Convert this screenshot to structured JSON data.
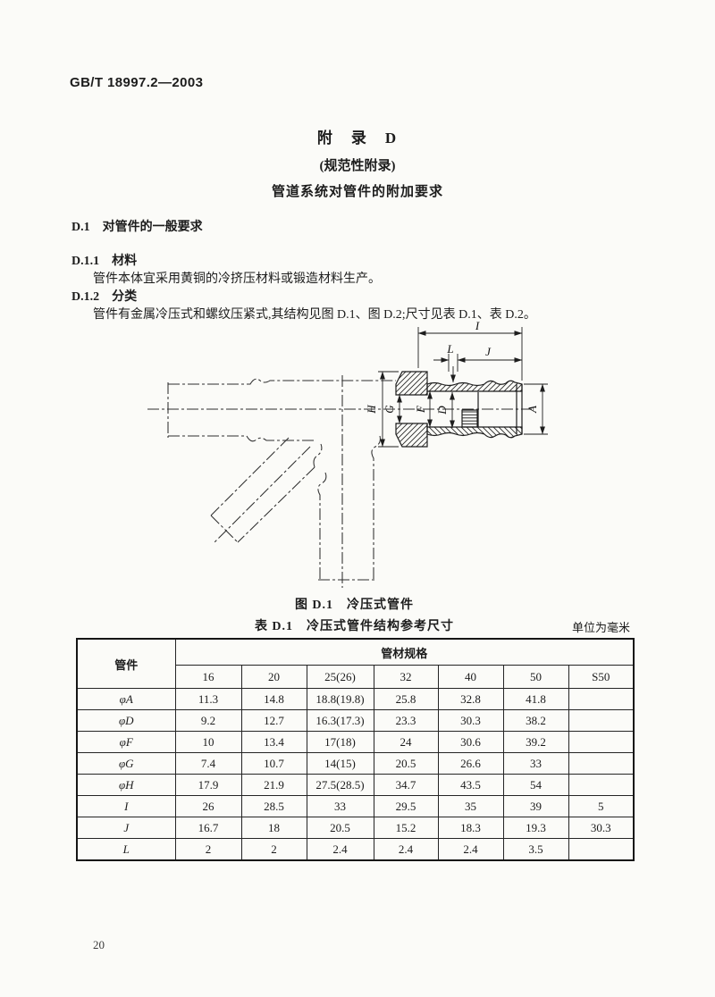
{
  "page": {
    "header": "GB/T 18997.2—2003",
    "page_number": "20"
  },
  "appendix": {
    "title_line1": "附　录　D",
    "title_line2": "(规范性附录)",
    "title_line3": "管道系统对管件的附加要求"
  },
  "sections": {
    "s1": {
      "number": "D.1",
      "title": "对管件的一般要求"
    },
    "s2": {
      "number": "D.1.1",
      "title": "材料"
    },
    "s2_body": "管件本体宜采用黄铜的冷挤压材料或锻造材料生产。",
    "s3": {
      "number": "D.1.2",
      "title": "分类"
    },
    "s3_body": "管件有金属冷压式和螺纹压紧式,其结构见图 D.1、图 D.2;尺寸见表 D.1、表 D.2。"
  },
  "figure": {
    "caption": "图 D.1　冷压式管件",
    "labels": {
      "I": "I",
      "L": "L",
      "J": "J",
      "H": "H",
      "G": "G",
      "F": "F",
      "D": "D",
      "A": "A"
    }
  },
  "table": {
    "caption": "表 D.1　冷压式管件结构参考尺寸",
    "unit_note": "单位为毫米",
    "corner_header": "管件",
    "group_header": "管材规格",
    "columns": [
      "16",
      "20",
      "25(26)",
      "32",
      "40",
      "50",
      "S50"
    ],
    "rows": [
      {
        "label": "φA",
        "values": [
          "11.3",
          "14.8",
          "18.8(19.8)",
          "25.8",
          "32.8",
          "41.8",
          ""
        ]
      },
      {
        "label": "φD",
        "values": [
          "9.2",
          "12.7",
          "16.3(17.3)",
          "23.3",
          "30.3",
          "38.2",
          ""
        ]
      },
      {
        "label": "φF",
        "values": [
          "10",
          "13.4",
          "17(18)",
          "24",
          "30.6",
          "39.2",
          ""
        ]
      },
      {
        "label": "φG",
        "values": [
          "7.4",
          "10.7",
          "14(15)",
          "20.5",
          "26.6",
          "33",
          ""
        ]
      },
      {
        "label": "φH",
        "values": [
          "17.9",
          "21.9",
          "27.5(28.5)",
          "34.7",
          "43.5",
          "54",
          ""
        ]
      },
      {
        "label": "I",
        "values": [
          "26",
          "28.5",
          "33",
          "29.5",
          "35",
          "39",
          "5"
        ]
      },
      {
        "label": "J",
        "values": [
          "16.7",
          "18",
          "20.5",
          "15.2",
          "18.3",
          "19.3",
          "30.3"
        ]
      },
      {
        "label": "L",
        "values": [
          "2",
          "2",
          "2.4",
          "2.4",
          "2.4",
          "3.5",
          ""
        ]
      }
    ]
  }
}
